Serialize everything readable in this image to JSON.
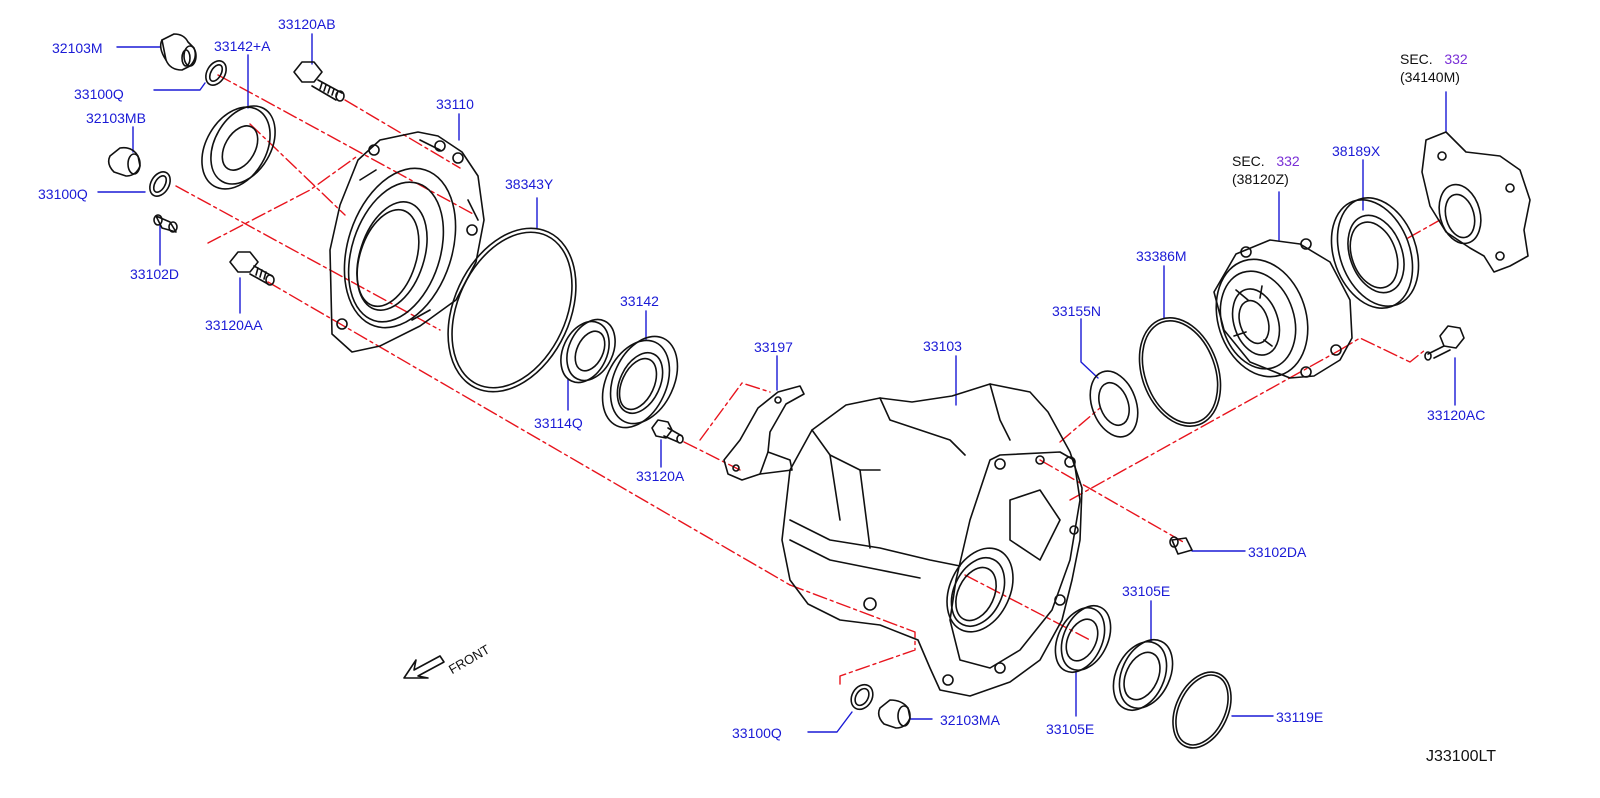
{
  "colors": {
    "label": "#1a1ad6",
    "leader": "#1a1ad6",
    "centerline": "#e8141d",
    "part_outline": "#111111",
    "sec_ref": "#7a2fd6"
  },
  "labels": {
    "32103M": "32103M",
    "33142A": "33142+A",
    "33120AB": "33120AB",
    "33100Q_a": "33100Q",
    "33110": "33110",
    "32103MB": "32103MB",
    "33100Q_b": "33100Q",
    "38343Y": "38343Y",
    "33102D": "33102D",
    "33120AA": "33120AA",
    "33142": "33142",
    "33114Q": "33114Q",
    "33197": "33197",
    "33120A": "33120A",
    "33103": "33103",
    "33155N": "33155N",
    "33386M": "33386M",
    "38189X": "38189X",
    "33120AC": "33120AC",
    "33102DA": "33102DA",
    "33105E_a": "33105E",
    "33105E_b": "33105E",
    "33119E": "33119E",
    "33100Q_c": "33100Q",
    "32103MA": "32103MA"
  },
  "sec_refs": [
    {
      "prefix": "SEC.",
      "number": "332",
      "part": "(34140M)"
    },
    {
      "prefix": "SEC.",
      "number": "332",
      "part": "(38120Z)"
    }
  ],
  "front_label": "FRONT",
  "drawing_code": "J33100LT"
}
